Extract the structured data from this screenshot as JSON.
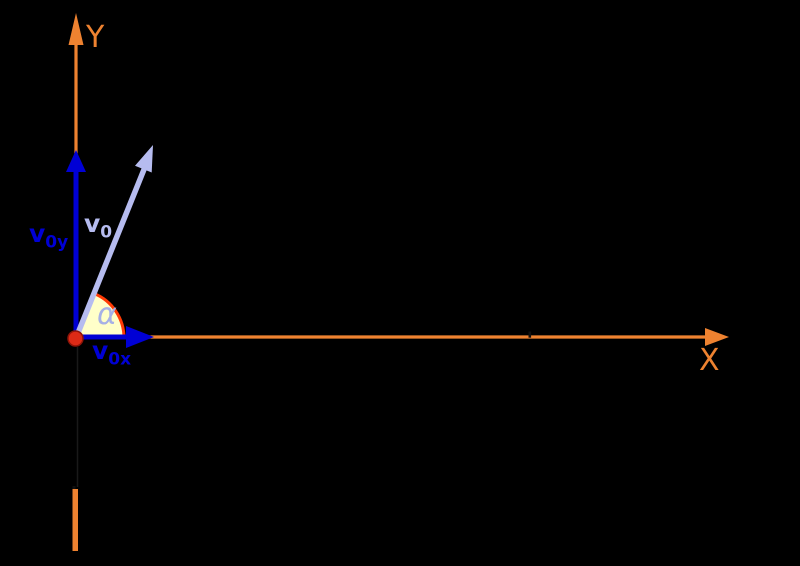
{
  "diagram": {
    "axes": {
      "y_label": "Y",
      "x_label": "X"
    },
    "vectors": {
      "v0": {
        "main": "v",
        "sub": "0"
      },
      "v0x": {
        "main": "v",
        "sub": "0x"
      },
      "v0y": {
        "main": "v",
        "sub": "0y"
      }
    },
    "angle_label": "α",
    "colors": {
      "background": "#000000",
      "axis_orange": "#EE8230",
      "component_blue": "#0000D5",
      "resultant_periwinkle": "#B6BCF0",
      "angle_fill": "#FFFFC9",
      "angle_stroke": "#FF3A05",
      "origin_red": "#DC2A16",
      "origin_rim": "#8E1408",
      "faint_line": "#191919",
      "notch_dark": "#101010"
    }
  }
}
